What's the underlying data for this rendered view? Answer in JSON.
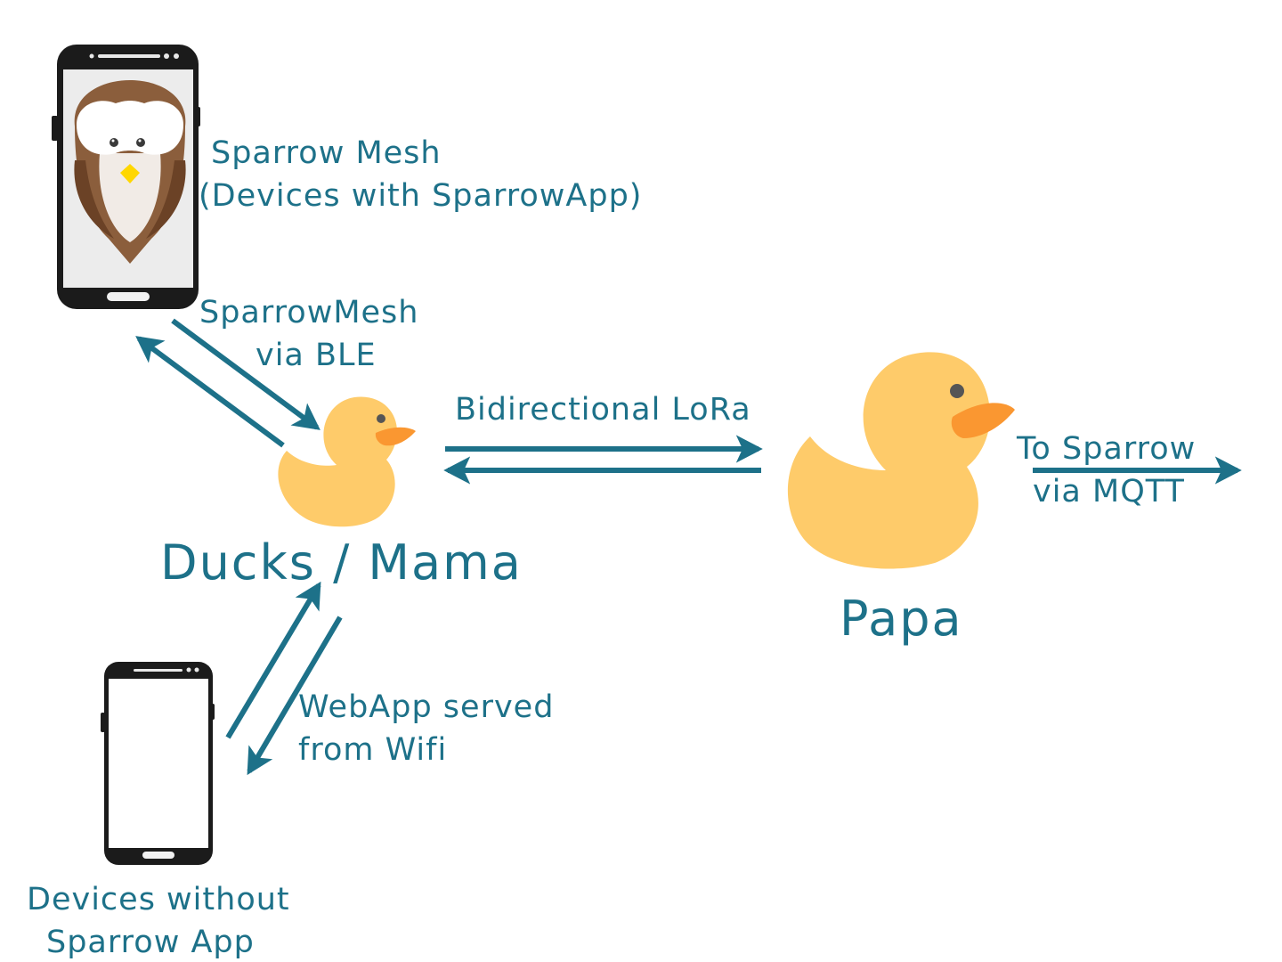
{
  "colors": {
    "arrow": "#1d7189",
    "text": "#1d7189",
    "duck_body": "#fecb6a",
    "duck_beak": "#fa9731",
    "duck_eye": "#555555",
    "phone_frame": "#1b1b1b",
    "owl_brown": "#8b5e3c",
    "owl_beak": "#ffd700"
  },
  "labels": {
    "sparrow_mesh_title": "Sparrow Mesh",
    "sparrow_mesh_subtitle": "(Devices with SparrowApp)",
    "ble_line1": "SparrowMesh",
    "ble_line2": "via BLE",
    "lora": "Bidirectional LoRa",
    "mama": "Ducks / Mama",
    "papa": "Papa",
    "mqtt_line1": "To Sparrow",
    "mqtt_line2": "via MQTT",
    "webapp_line1": "WebApp served",
    "webapp_line2": "from Wifi",
    "no_app_line1": "Devices without",
    "no_app_line2": "Sparrow App"
  },
  "nodes": {
    "app_phone_icon": "smartphone-with-owl-logo",
    "plain_phone_icon": "smartphone-blank",
    "mama_icon": "rubber-duck",
    "papa_icon": "rubber-duck"
  }
}
